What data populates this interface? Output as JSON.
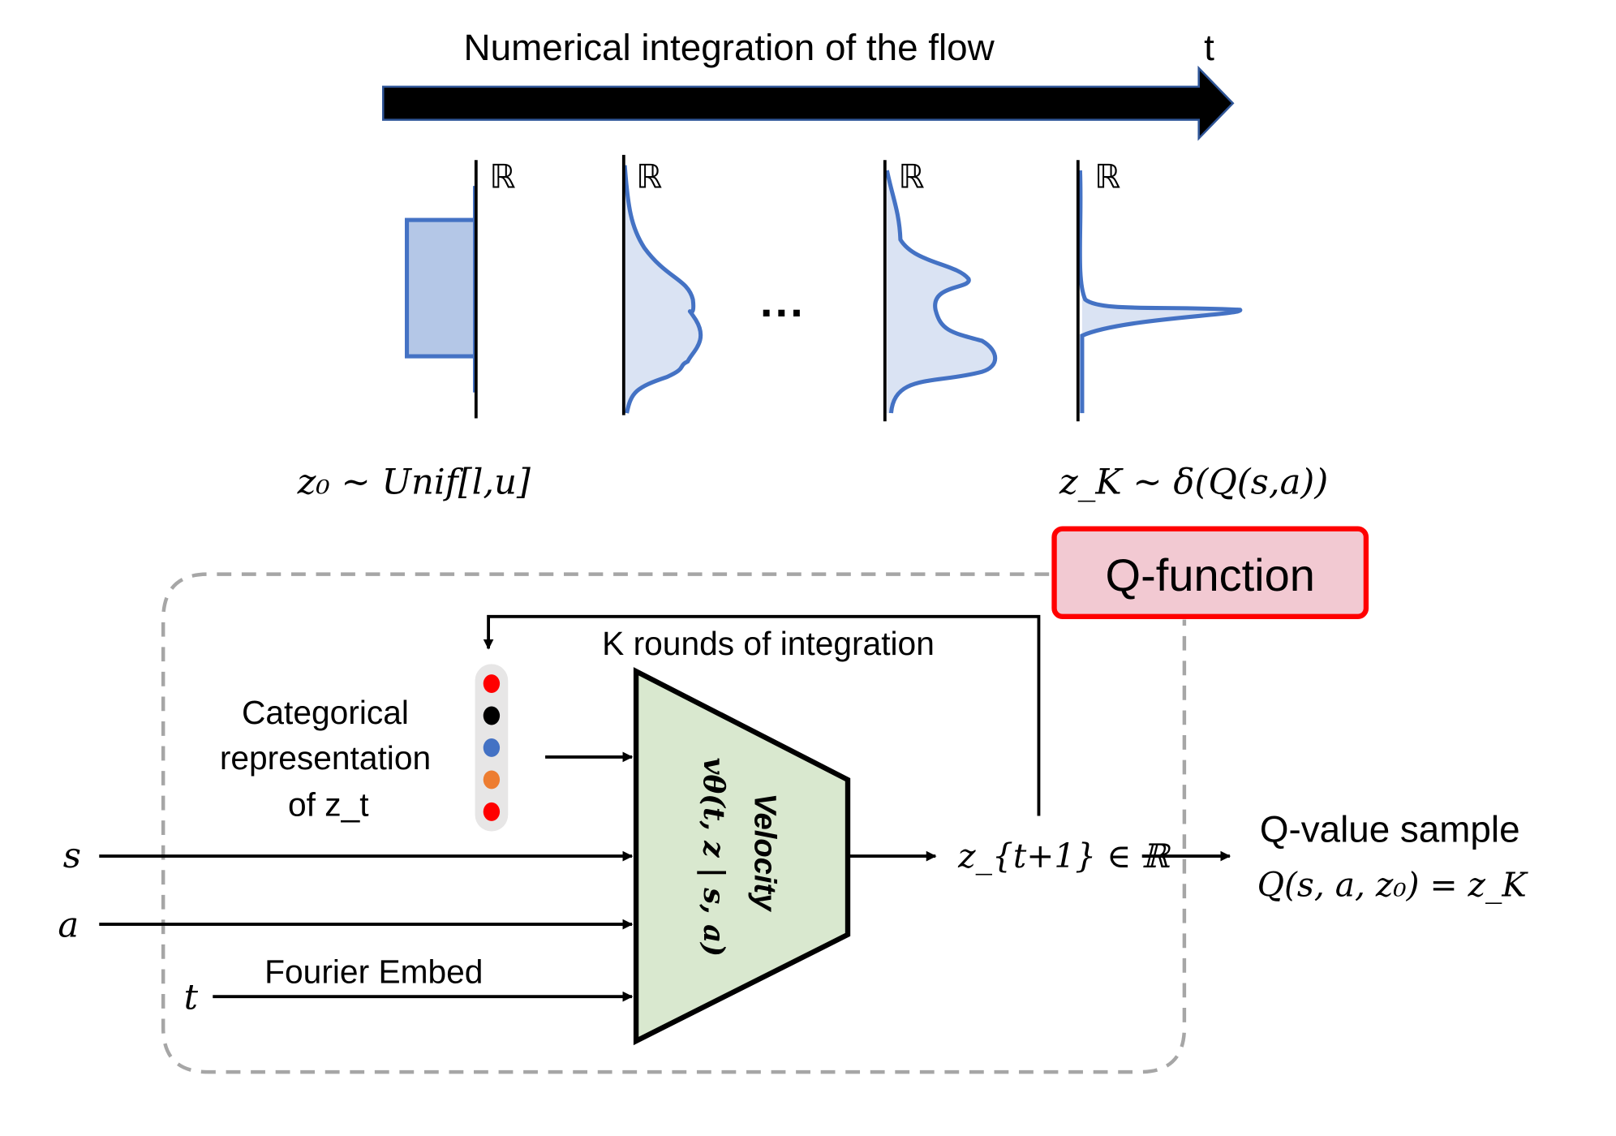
{
  "top": {
    "arrow_label": "Numerical integration of the flow",
    "time_label": "t",
    "axis_label": "ℝ",
    "ellipsis": "···",
    "start_dist": "z₀ ~ Unif[l,u]",
    "end_dist": "z_K ~  δ(Q(s,a))"
  },
  "qfunction": {
    "label": "Q-function"
  },
  "loop": {
    "label": "K rounds of integration"
  },
  "categorical": {
    "line1": "Categorical",
    "line2": "representation",
    "line3": "of z_t",
    "dot_colors": [
      "#ff0000",
      "#000000",
      "#4472c4",
      "#ed7d31",
      "#ff0000"
    ]
  },
  "inputs": {
    "s": "s",
    "a": "a",
    "t": "t",
    "fourier": "Fourier Embed"
  },
  "network": {
    "title": "Velocity",
    "formula": "vθ(t, z | s, a)"
  },
  "output": {
    "next": "z_{t+1} ∈ ℝ",
    "sample_title": "Q-value sample",
    "sample_formula": "Q(s, a, z₀) = z_K"
  },
  "colors": {
    "curve": "#4472c4",
    "fill": "#dae3f3",
    "box_fill": "#f2c9d2",
    "box_border": "#ff0000",
    "network_fill": "#d9e8cf"
  }
}
